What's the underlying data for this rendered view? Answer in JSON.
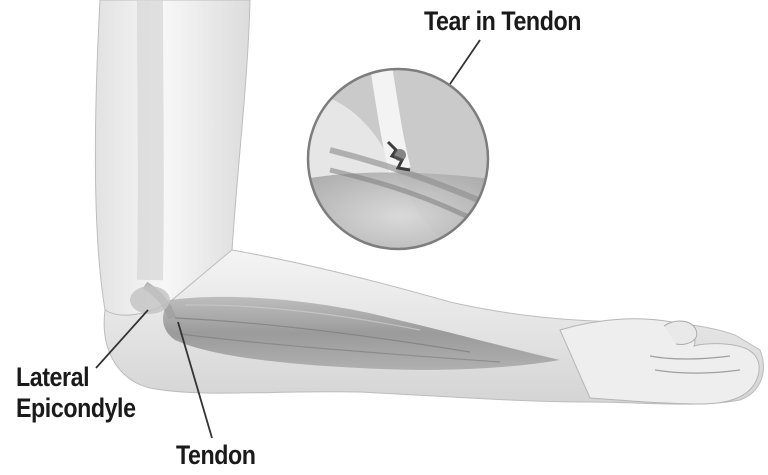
{
  "labels": {
    "tear_in_tendon": "Tear in Tendon",
    "lateral": "Lateral",
    "epicondyle": "Epicondyle",
    "tendon": "Tendon"
  },
  "colors": {
    "skin_light": "#f4f4f4",
    "skin_shadow": "#cfcfcf",
    "muscle": "#9a9a9a",
    "muscle_dark": "#6f6f6f",
    "outline": "#8c8c8c",
    "leader_line": "#333333"
  }
}
